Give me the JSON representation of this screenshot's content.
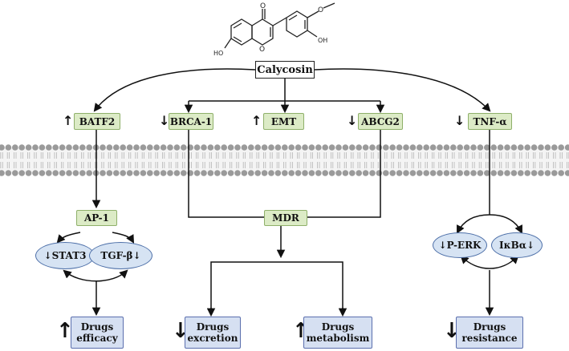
{
  "molecule": {
    "substituents": {
      "hydroxyl_left": "HO",
      "hydroxyl_right": "OH",
      "carbonyl_o": "O",
      "ring_o": "O"
    }
  },
  "nodes": {
    "calycosin": "Calycosin",
    "batf2": "BATF2",
    "brca1": "BRCA-1",
    "emt": "EMT",
    "abcg2": "ABCG2",
    "tnfa": "TNF-α",
    "ap1": "AP-1",
    "mdr": "MDR",
    "stat3": "STAT3",
    "tgfb": "TGF-β",
    "perk": "P-ERK",
    "ikba": "IκBα"
  },
  "indicators": {
    "up": "↑",
    "down": "↓"
  },
  "outcomes": {
    "efficacy": {
      "line1": "Drugs",
      "line2": "efficacy"
    },
    "excretion": {
      "line1": "Drugs",
      "line2": "excretion"
    },
    "metabolism": {
      "line1": "Drugs",
      "line2": "metabolism"
    },
    "resistance": {
      "line1": "Drugs",
      "line2": "resistance"
    }
  }
}
